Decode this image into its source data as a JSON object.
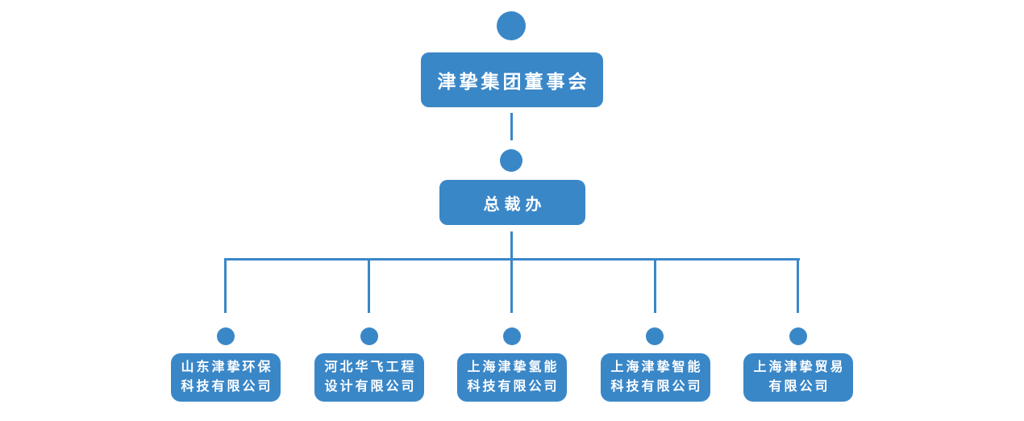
{
  "colors": {
    "node_fill": "#3a87c8",
    "connector": "#3a87c8",
    "text": "#ffffff",
    "background": "#ffffff"
  },
  "org_chart": {
    "root": {
      "label": "津挚集团董事会"
    },
    "office": {
      "label": "总裁办"
    },
    "children": [
      {
        "line1": "山东津挚环保",
        "line2": "科技有限公司"
      },
      {
        "line1": "河北华飞工程",
        "line2": "设计有限公司"
      },
      {
        "line1": "上海津挚氢能",
        "line2": "科技有限公司"
      },
      {
        "line1": "上海津挚智能",
        "line2": "科技有限公司"
      },
      {
        "line1": "上海津挚贸易",
        "line2": "有限公司"
      }
    ]
  }
}
